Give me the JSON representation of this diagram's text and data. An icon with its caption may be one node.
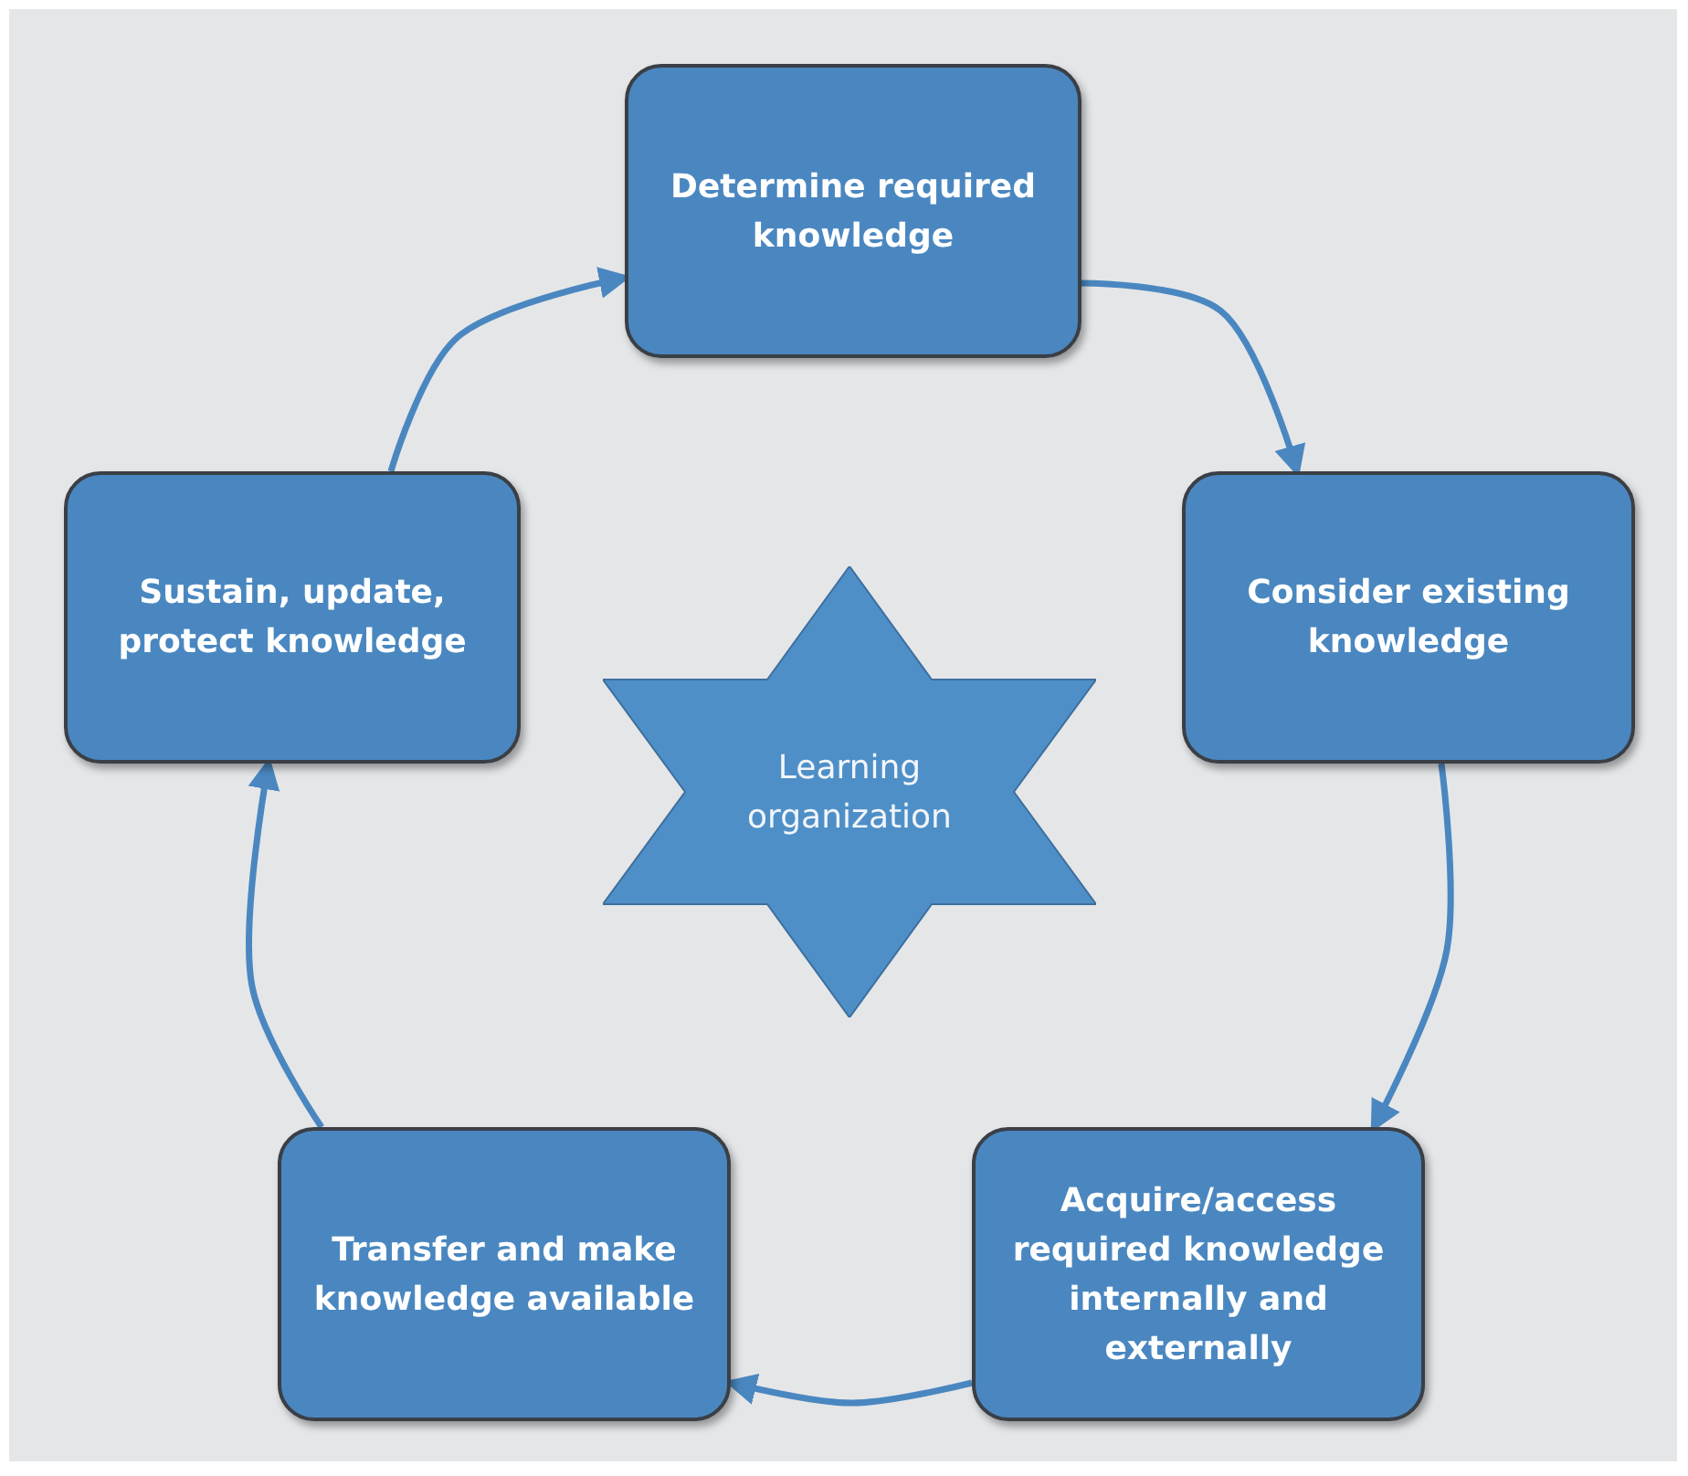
{
  "diagram": {
    "nodes": [
      {
        "text": [
          "Determine required knowledge"
        ]
      },
      {
        "text": [
          "Consider existing knowledge"
        ]
      },
      {
        "text": [
          "Acquire/access required knowledge internally and externally"
        ]
      },
      {
        "text": [
          "Transfer and make knowledge available"
        ]
      },
      {
        "text": [
          "Sustain, update, protect knowledge"
        ]
      },
      {
        "text": [
          "Learning organization"
        ]
      }
    ],
    "edges": [
      {
        "from": 0,
        "to": 1,
        "arrow": "to"
      },
      {
        "from": 1,
        "to": 2,
        "arrow": "to"
      },
      {
        "from": 2,
        "to": 3,
        "arrow": "to"
      },
      {
        "from": 3,
        "to": 4,
        "arrow": "to"
      },
      {
        "from": 4,
        "to": 0,
        "arrow": "to"
      }
    ]
  }
}
